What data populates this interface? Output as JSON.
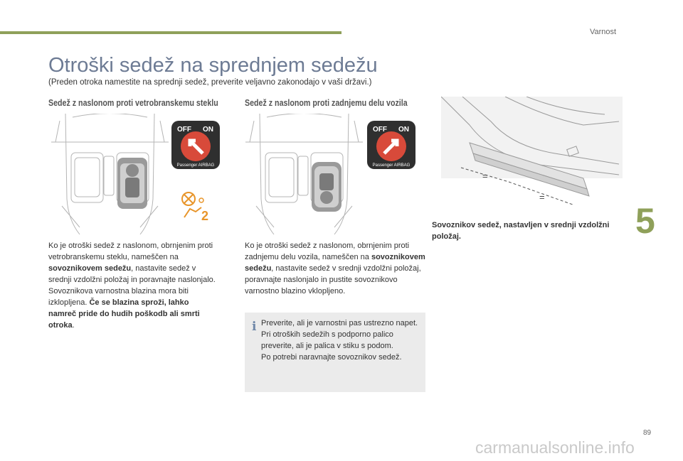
{
  "header": {
    "section": "Varnost"
  },
  "chapter": "5",
  "page_number": "89",
  "title": "Otroški sedež na sprednjem sedežu",
  "subtitle": "(Preden otroka namestite na sprednji sedež, preverite veljavno zakonodajo v vaši državi.)",
  "left_column": {
    "heading": "Sedež z naslonom proti vetrobranskemu steklu",
    "badge": {
      "off": "OFF",
      "on": "ON",
      "label": "Passenger AIRBAG"
    },
    "warning_number": "2",
    "p1": "Ko je otroški sedež z naslonom, obrnjenim proti vetrobranskemu steklu, nameščen na ",
    "p1_bold": "sovoznikovem sedežu",
    "p1_end": ", nastavite sedež v srednji vzdolžni položaj in poravnajte naslonjalo.",
    "p2": "Sovoznikova varnostna blazina mora biti izklopljena. ",
    "p2_bold": "Če se blazina sproži, lahko namreč pride do hudih poškodb ali smrti otroka",
    "p2_end": "."
  },
  "middle_column": {
    "heading": "Sedež z naslonom proti zadnjemu delu vozila",
    "badge": {
      "off": "OFF",
      "on": "ON",
      "label": "Passenger AIRBAG"
    },
    "p1": "Ko je otroški sedež z naslonom, obrnjenim proti zadnjemu delu vozila, nameščen na ",
    "p1_bold": "sovoznikovem sedežu",
    "p1_end": ", nastavite sedež v srednji vzdolžni položaj, poravnajte naslonjalo in pustite sovoznikovo varnostno blazino vklopljeno.",
    "info_icon": "i",
    "info_text": "Preverite, ali je varnostni pas ustrezno napet.\nPri otroških sedežih s podporno palico preverite, ali je palica v stiku s podom.\nPo potrebi naravnajte sovoznikov sedež."
  },
  "right_column": {
    "eq1": "=",
    "eq2": "=",
    "caption": "Sovoznikov sedež, nastavljen v srednji vzdolžni položaj."
  },
  "watermark": "carmanualsonline.info",
  "colors": {
    "accent": "#8fa05a",
    "title": "#6d7b94",
    "badge_red": "#d84a3a",
    "warning_orange": "#e8952a"
  }
}
